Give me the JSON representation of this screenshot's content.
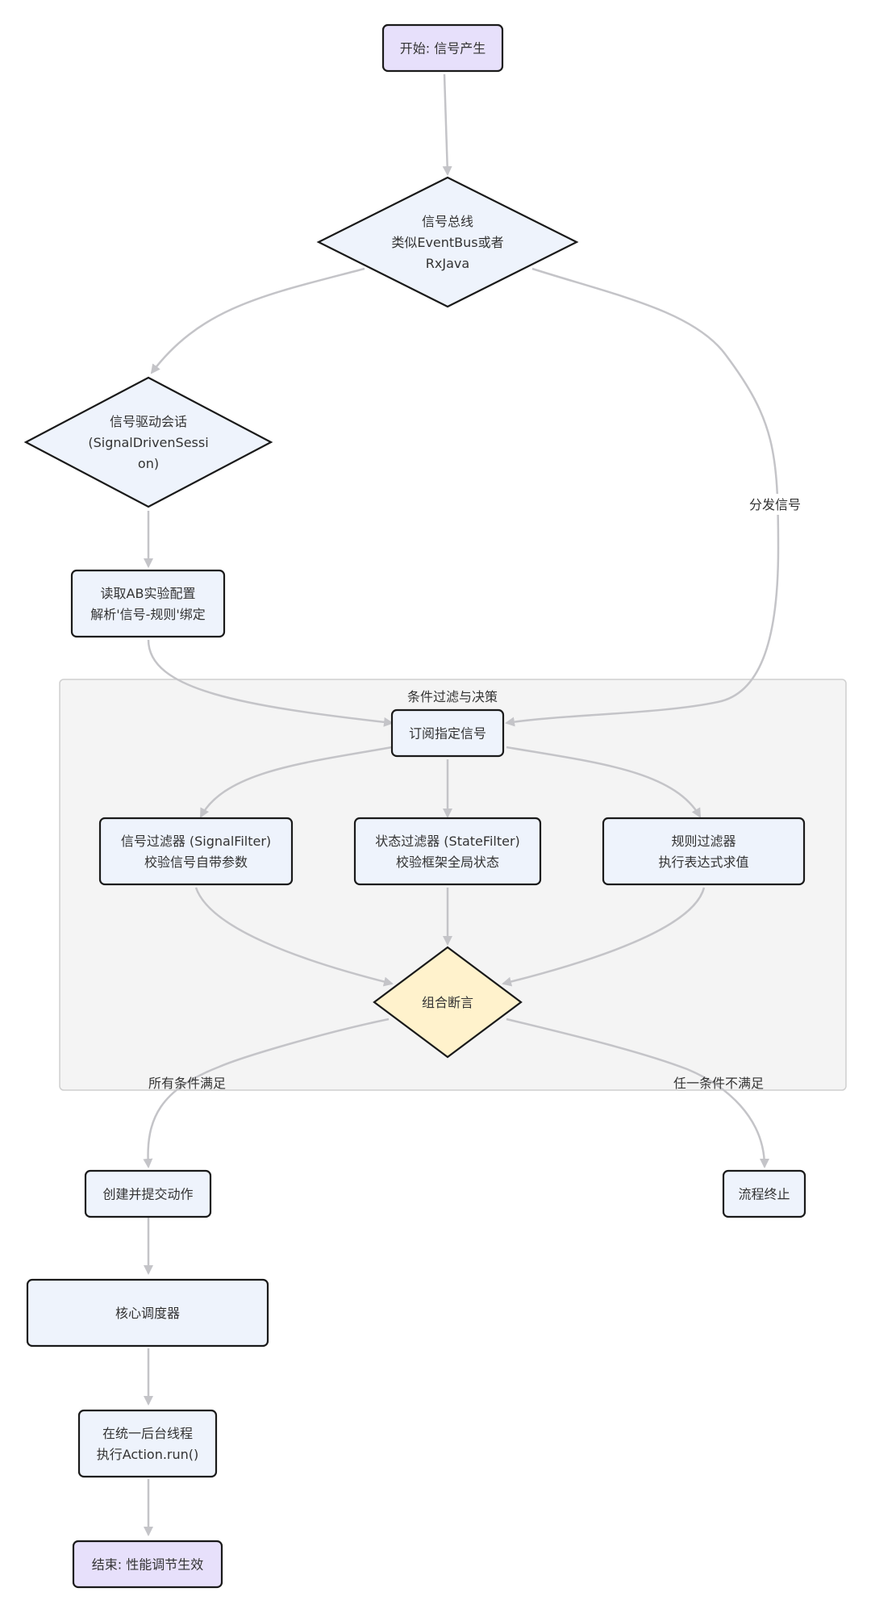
{
  "colors": {
    "node_fill": "#eef3fc",
    "start_end_fill": "#e7e0fb",
    "decision_highlight_fill": "#fff2cc",
    "group_fill": "#f4f4f4",
    "group_stroke": "#cfcfcf",
    "edge_stroke": "#c4c4c8",
    "node_stroke": "#1a1a1a",
    "text": "#333333"
  },
  "nodes": {
    "start": [
      "开始: 信号产生"
    ],
    "bus": [
      "信号总线",
      "类似EventBus或者",
      "RxJava"
    ],
    "session": [
      "信号驱动会话",
      "(SignalDrivenSessi",
      "on)"
    ],
    "read_config": [
      "读取AB实验配置",
      "解析'信号-规则'绑定"
    ],
    "subscribe": [
      "订阅指定信号"
    ],
    "signal_filter": [
      "信号过滤器 (SignalFilter)",
      "校验信号自带参数"
    ],
    "state_filter": [
      "状态过滤器 (StateFilter)",
      "校验框架全局状态"
    ],
    "rule_filter": [
      "规则过滤器",
      "执行表达式求值"
    ],
    "combine": [
      "组合断言"
    ],
    "create_action": [
      "创建并提交动作"
    ],
    "terminate": [
      "流程终止"
    ],
    "scheduler": [
      "核心调度器"
    ],
    "run_thread": [
      "在统一后台线程",
      "执行Action.run()"
    ],
    "end": [
      "结束: 性能调节生效"
    ]
  },
  "group": {
    "title": "条件过滤与决策"
  },
  "edge_labels": {
    "dispatch": "分发信号",
    "all_met": "所有条件满足",
    "any_unmet": "任一条件不满足"
  }
}
